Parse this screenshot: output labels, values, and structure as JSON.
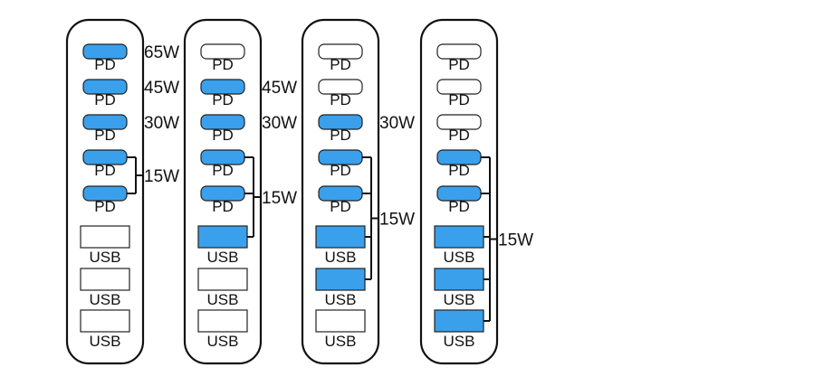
{
  "colors": {
    "active": "#3aa0ec",
    "inactive": "#ffffff"
  },
  "port_names": [
    "PD",
    "PD",
    "PD",
    "PD",
    "PD",
    "USB",
    "USB",
    "USB"
  ],
  "port_types": [
    "pd",
    "pd",
    "pd",
    "pd",
    "pd",
    "usb",
    "usb",
    "usb"
  ],
  "configs": [
    {
      "active": [
        true,
        true,
        true,
        true,
        true,
        false,
        false,
        false
      ],
      "single_labels": [
        {
          "port": 0,
          "text": "65W"
        },
        {
          "port": 1,
          "text": "45W"
        },
        {
          "port": 2,
          "text": "30W"
        }
      ],
      "shared": {
        "ports": [
          3,
          4
        ],
        "text": "15W"
      }
    },
    {
      "active": [
        false,
        true,
        true,
        true,
        true,
        true,
        false,
        false
      ],
      "single_labels": [
        {
          "port": 1,
          "text": "45W"
        },
        {
          "port": 2,
          "text": "30W"
        }
      ],
      "shared": {
        "ports": [
          3,
          4,
          5
        ],
        "text": "15W"
      }
    },
    {
      "active": [
        false,
        false,
        true,
        true,
        true,
        true,
        true,
        false
      ],
      "single_labels": [
        {
          "port": 2,
          "text": "30W"
        }
      ],
      "shared": {
        "ports": [
          3,
          4,
          5,
          6
        ],
        "text": "15W"
      }
    },
    {
      "active": [
        false,
        false,
        false,
        true,
        true,
        true,
        true,
        true
      ],
      "single_labels": [],
      "shared": {
        "ports": [
          3,
          4,
          5,
          6,
          7
        ],
        "text": "15W"
      }
    }
  ]
}
